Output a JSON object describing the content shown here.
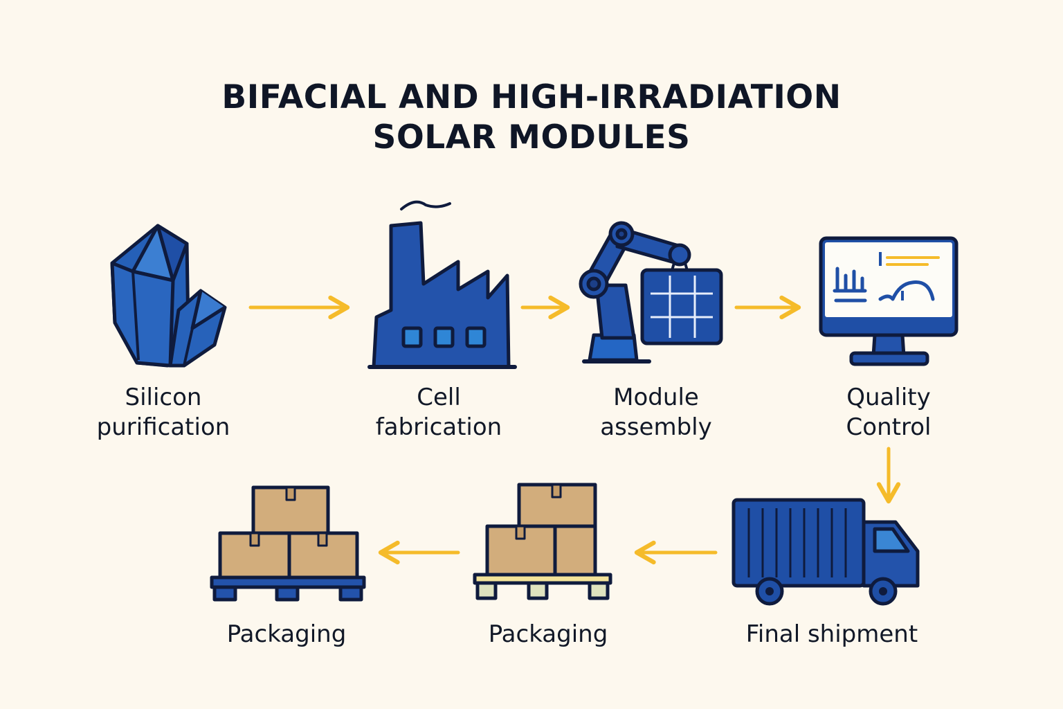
{
  "title": {
    "line1": "BIFACIAL AND HIGH-IRRADIATION",
    "line2": "SOLAR MODULES"
  },
  "steps": [
    {
      "line1": "Silicon",
      "line2": "purification",
      "icon": "crystal-icon"
    },
    {
      "line1": "Cell",
      "line2": "fabrication",
      "icon": "factory-icon"
    },
    {
      "line1": "Module",
      "line2": "assembly",
      "icon": "robot-arm-icon"
    },
    {
      "line1": "Quality",
      "line2": "Control",
      "icon": "monitor-icon"
    },
    {
      "line1": "Final shipment",
      "icon": "truck-icon"
    },
    {
      "line1": "Packaging",
      "icon": "pallet-boxes-icon"
    },
    {
      "line1": "Packaging",
      "icon": "pallet-boxes-icon"
    }
  ],
  "colors": {
    "background": "#fdf8ee",
    "icon_blue": "#1f4fa6",
    "icon_outline": "#0f1b3d",
    "arrow": "#f5bb2a",
    "box": "#d2ad7c"
  }
}
